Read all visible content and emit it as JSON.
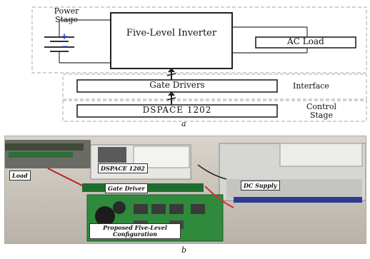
{
  "diagram": {
    "power_stage_label": "Power Stage",
    "inverter_label": "Five-Level Inverter",
    "ac_load_label": "AC Load",
    "gate_drivers_label": "Gate Drivers",
    "interface_label": "Interface",
    "dspace_label": "DSPACE 1202",
    "control_stage_label": "Control Stage",
    "source_plus": "+",
    "source_minus": "−",
    "caption": "a"
  },
  "photo": {
    "labels": {
      "load": "Load",
      "dspace": "DSPACE 1202",
      "gate_driver": "Gate Driver",
      "dc_supply": "DC Supply",
      "configuration": "Proposed Five-Level Configuration"
    },
    "caption": "b"
  }
}
